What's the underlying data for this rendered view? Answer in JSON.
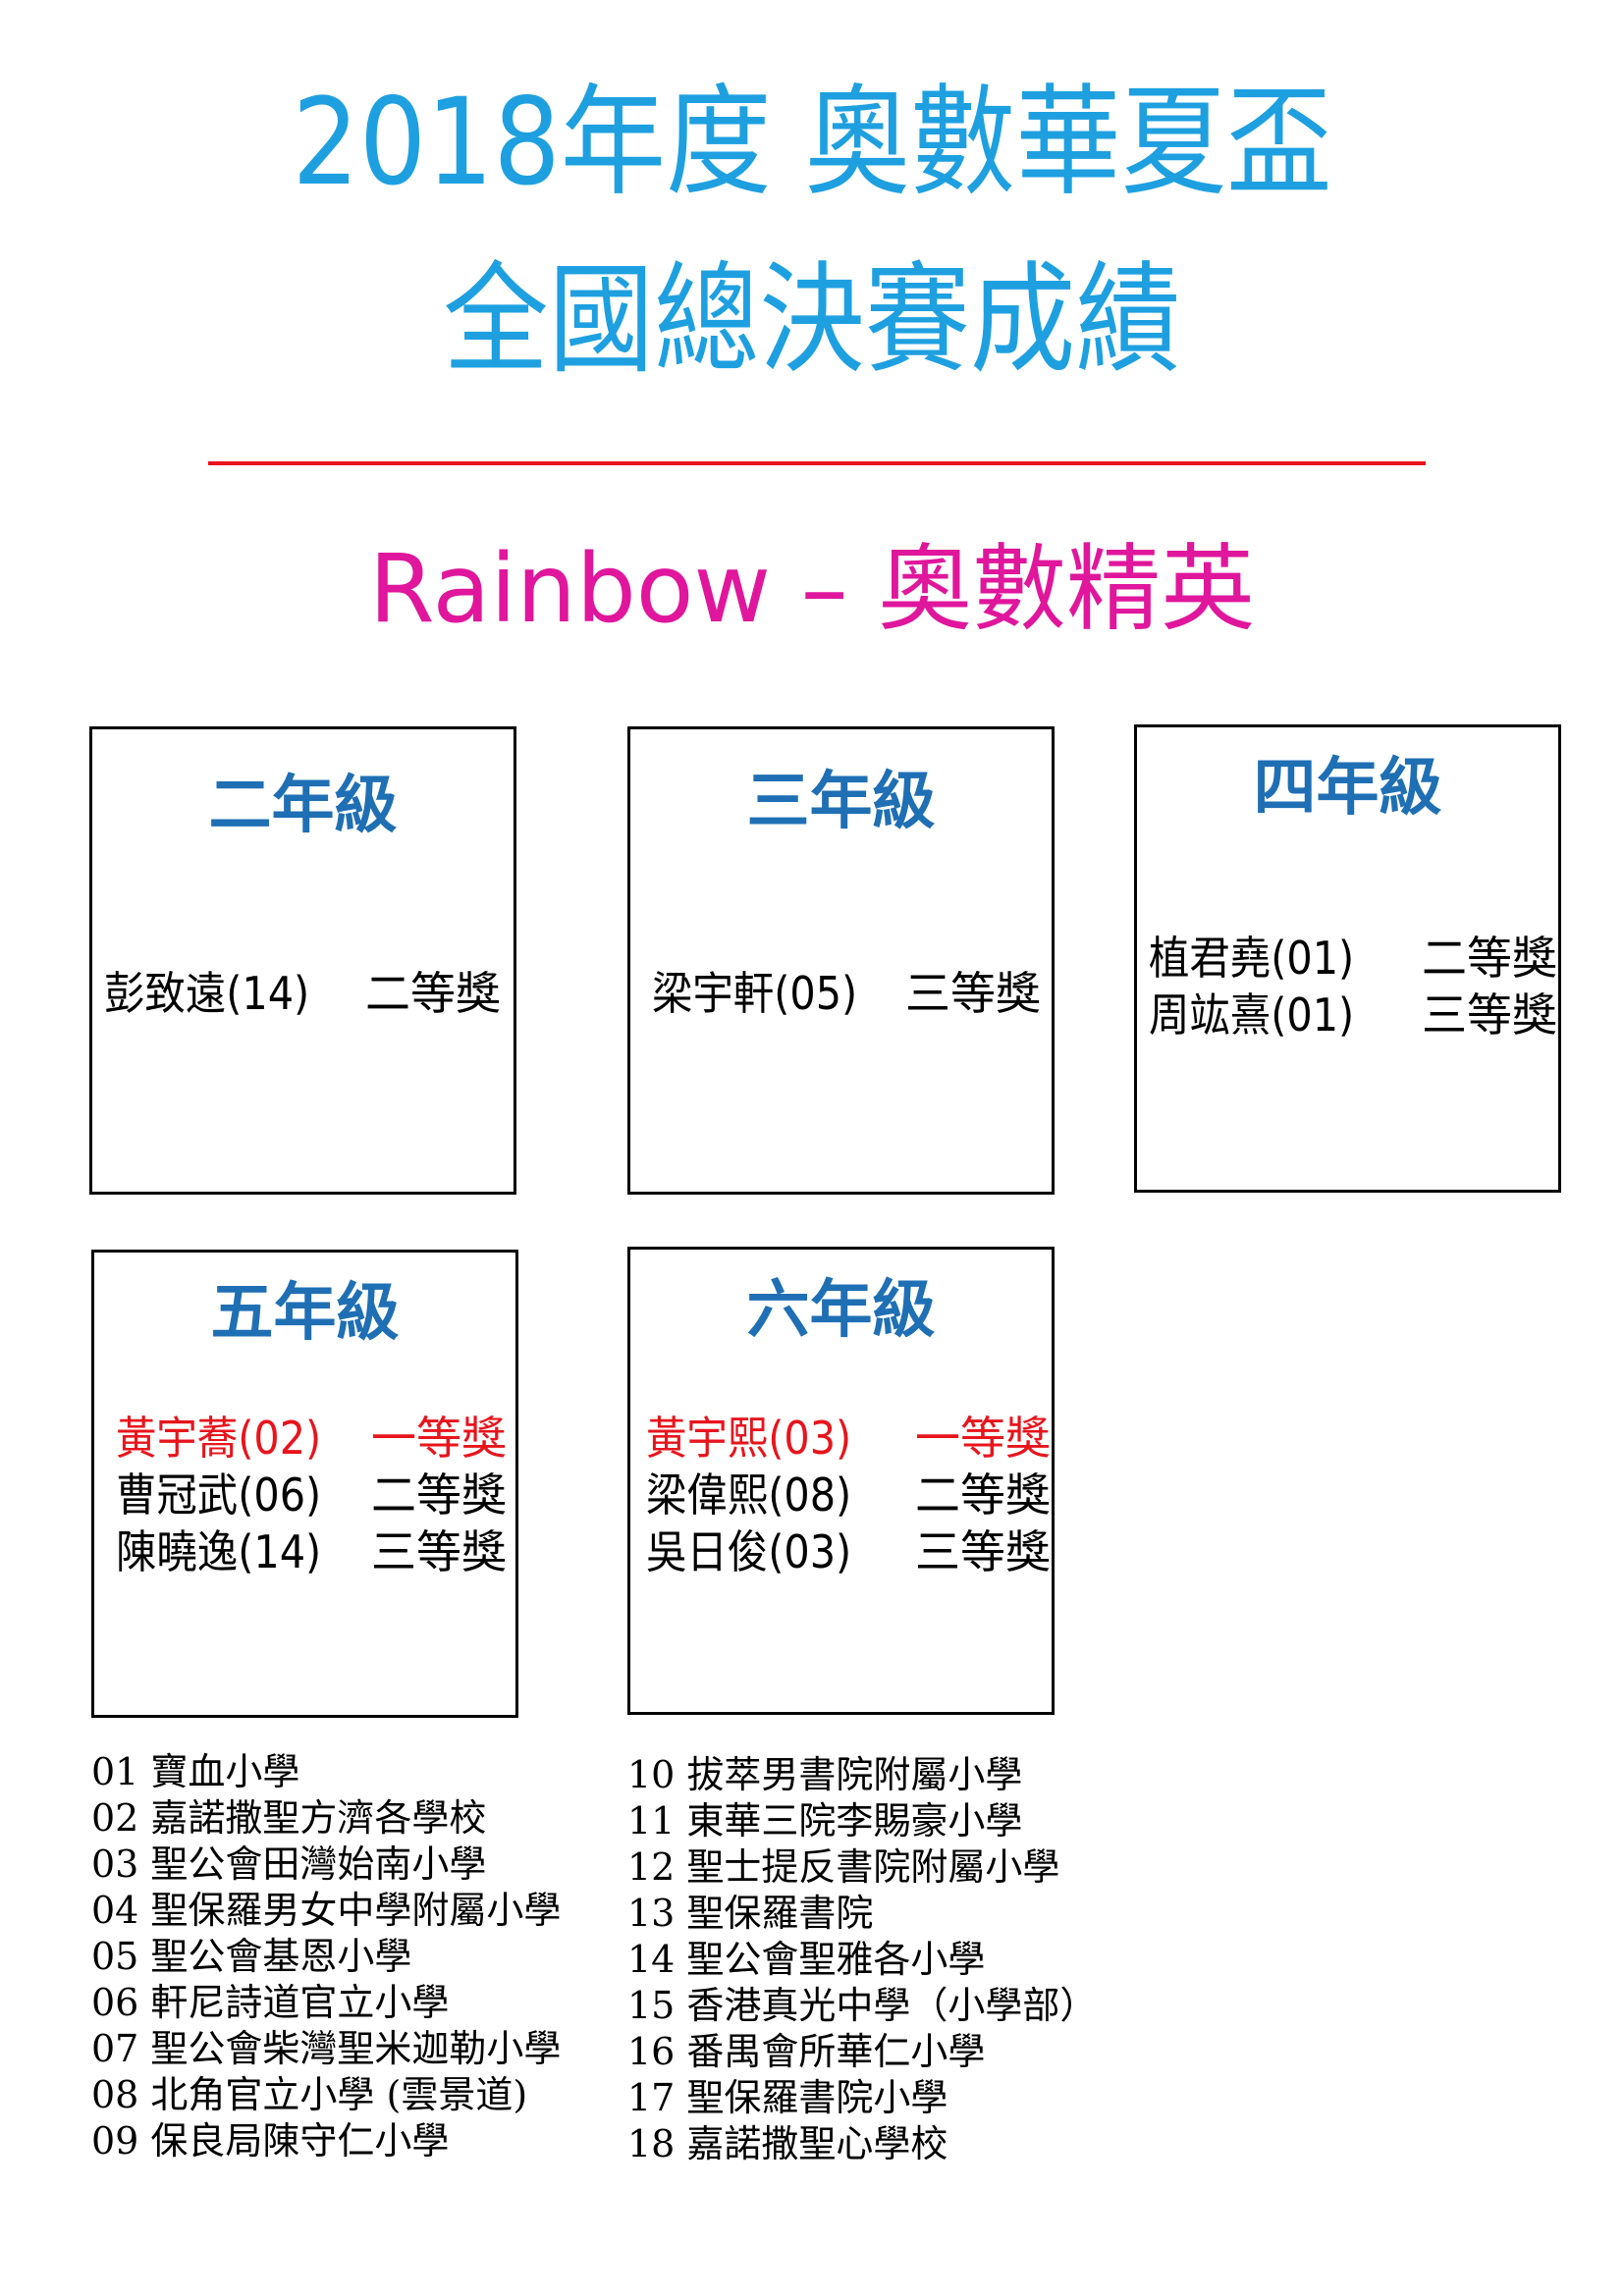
{
  "header": {
    "title_line1": "2018年度  奧數華夏盃",
    "title_line2": "全國總決賽成績",
    "subtitle": "Rainbow – 奧數精英"
  },
  "grades": [
    {
      "title": "二年級",
      "entries": [
        {
          "name": "彭致遠(14)",
          "award": "二等獎"
        }
      ]
    },
    {
      "title": "三年級",
      "entries": [
        {
          "name": "梁宇軒(05)",
          "award": "三等獎"
        }
      ]
    },
    {
      "title": "四年級",
      "entries": [
        {
          "name": "植君堯(01)",
          "award": "二等獎"
        },
        {
          "name": "周竑熹(01)",
          "award": "三等獎"
        }
      ]
    },
    {
      "title": "五年級",
      "entries": [
        {
          "name": "黃宇蕎(02)",
          "award": "一等獎"
        },
        {
          "name": "曹冠武(06)",
          "award": "二等獎"
        },
        {
          "name": "陳曉逸(14)",
          "award": "三等獎"
        }
      ]
    },
    {
      "title": "六年級",
      "entries": [
        {
          "name": "黃宇熙(03)",
          "award": "一等獎"
        },
        {
          "name": "梁偉熙(08)",
          "award": "二等獎"
        },
        {
          "name": "吳日俊(03)",
          "award": "三等獎"
        }
      ]
    }
  ],
  "schools_left": [
    "01 寶血小學",
    "02 嘉諾撒聖方濟各學校",
    "03 聖公會田灣始南小學",
    "04 聖保羅男女中學附屬小學",
    "05 聖公會基恩小學",
    "06 軒尼詩道官立小學",
    "07 聖公會柴灣聖米迦勒小學",
    "08 北角官立小學 (雲景道)",
    "09 保良局陳守仁小學"
  ],
  "schools_right": [
    "10 拔萃男書院附屬小學",
    "11 東華三院李賜豪小學",
    "12 聖士提反書院附屬小學",
    "13 聖保羅書院",
    "14 聖公會聖雅各小學",
    "15 香港真光中學（小學部）",
    "16 番禺會所華仁小學",
    "17 聖保羅書院小學",
    "18 嘉諾撒聖心學校"
  ],
  "colors": {
    "title": "#1ea0e0",
    "subtitle": "#e0169c",
    "rule": "#e8141c",
    "grade_heading": "#1f6fb4",
    "first_prize": "#e8141c"
  }
}
